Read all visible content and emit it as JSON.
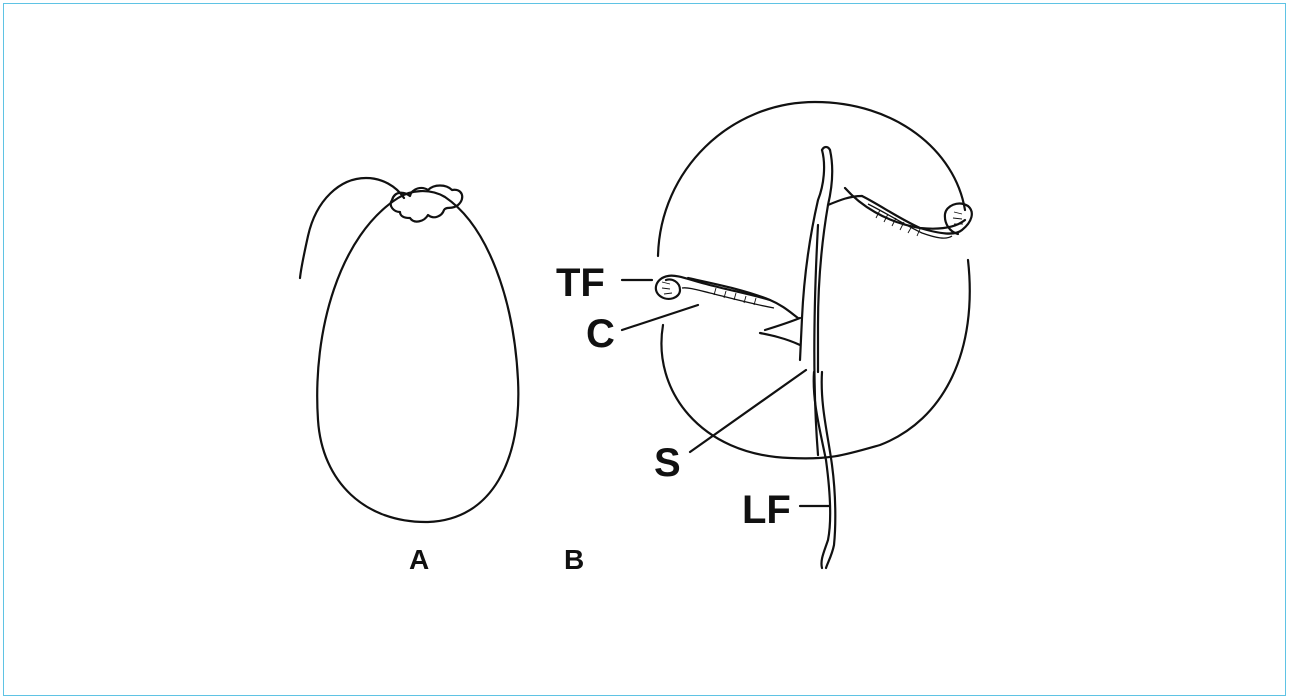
{
  "figure": {
    "panels": [
      {
        "id": "A",
        "label": "A"
      },
      {
        "id": "B",
        "label": "B"
      }
    ],
    "labels": {
      "tf": "TF",
      "c": "C",
      "s": "S",
      "lf": "LF"
    },
    "colors": {
      "frame": "#5fc3e4",
      "ink": "#111111",
      "background": "#ffffff"
    }
  }
}
